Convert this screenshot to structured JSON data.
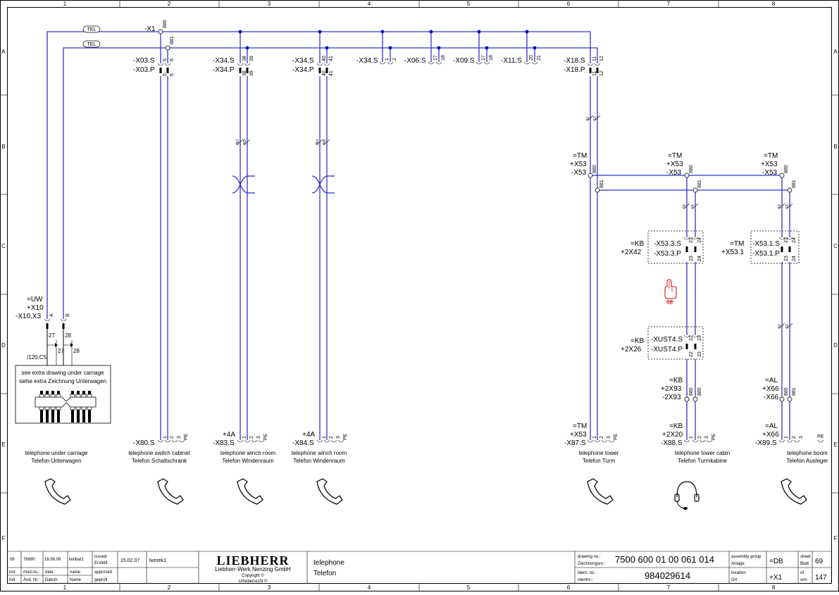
{
  "columns": [
    "1",
    "2",
    "3",
    "4",
    "5",
    "6",
    "7",
    "8"
  ],
  "rows": [
    "A",
    "B",
    "C",
    "D",
    "E",
    "F"
  ],
  "bus": {
    "tel_tag": "TEL",
    "x1_label": "-X1",
    "pin880": "880",
    "pin881": "881"
  },
  "connectors_top": {
    "x03s": "-X03.S",
    "x03p": "-X03.P",
    "x03_p5": "5",
    "x03_p6": "6",
    "x34s_a": "-X34.S",
    "x34p_a": "-X34.P",
    "x34_p38": "38",
    "x34_p39": "39",
    "x34s_b": "-X34.S",
    "x34p_b": "-X34.P",
    "x34_p40": "40",
    "x34_p41": "41",
    "x34s_c": "-X34.S",
    "x34_c1": "1",
    "x34_c2": "2",
    "x06s": "-X06.S",
    "x06_17": "17",
    "x06_18": "18",
    "x09s": "-X09.S",
    "x09_17": "17",
    "x09_18": "18",
    "x11s": "-X11.S",
    "x11_20": "20",
    "x11_21": "21",
    "x18s": "-X18.S",
    "x18p": "-X18.P",
    "x18_11": "11",
    "x18_12": "12"
  },
  "wire_marks": {
    "bu_a": "BU",
    "rd_a": "RD",
    "bu_b": "BU",
    "rd_b": "RD",
    "m11": "11",
    "m12": "12",
    "m23a": "23",
    "m24a": "24",
    "m12b": "12",
    "m13b": "13",
    "m12c": "12",
    "m13c": "13"
  },
  "tm_blocks": {
    "eq": "=TM",
    "plus": "+X53",
    "minus": "-X53"
  },
  "kb_block1": {
    "eq": "=KB",
    "plus": "+2X42",
    "s": "-X53.3.S",
    "p": "-X53.3.P",
    "p23": "23",
    "p24": "24"
  },
  "tm_block2": {
    "eq": "=TM",
    "plus": "+X53.1",
    "s": "-X53.1.S",
    "p": "-X53.1.P",
    "p23": "23",
    "p24": "24"
  },
  "ref_marker": "08",
  "kb_block2": {
    "eq": "=KB",
    "plus": "+2X26",
    "s": "-XUST4.S",
    "p": "-XUST4.P",
    "p22": "22",
    "p23": "23"
  },
  "kb_block3": {
    "eq": "=KB",
    "plus": "+2X93",
    "minus": "-2X93",
    "p880": "880",
    "p881": "880"
  },
  "al_block": {
    "eq": "=AL",
    "plus": "+X66",
    "minus": "-X66",
    "p880": "880",
    "p881": "881"
  },
  "uw_block": {
    "eq": "=UW",
    "plus": "+X10",
    "minus": "-X10.X3",
    "pa": "A",
    "pb": "B",
    "w27": "27",
    "w28": "28",
    "w27b": "27",
    "w28b": "28",
    "ref": "/120.C5",
    "note1": "see extra drawing under carriage",
    "note2": "siehe extra Zeichnung Unterwagen"
  },
  "bottom_connectors": {
    "x80s": "-X80.S",
    "x83_eq": "+4A",
    "x83s": "-X83.S",
    "x84_eq": "+4A",
    "x84s": "-X84.S",
    "x87_eq": "=TM",
    "x87_plus": "+X53",
    "x87s": "-X87.S",
    "x88_eq": "=KB",
    "x88_plus": "+2X20",
    "x88s": "-X88.S",
    "x89_eq": "=AL",
    "x89_plus": "+X66",
    "x89s": "-X89.S",
    "p1": "1",
    "p2": "2",
    "p3": "3",
    "pe": "PE"
  },
  "phones": [
    {
      "en": "telephone under carriage",
      "de": "Telefon Unterwagen"
    },
    {
      "en": "telephone switch cabinet",
      "de": "Telefon Schaltschrank"
    },
    {
      "en": "telephone winch room",
      "de": "Telefon Windenraum"
    },
    {
      "en": "telephone winch room",
      "de": "Telefon Windenraum"
    },
    {
      "en": "telephone tower",
      "de": "Telefon Turm"
    },
    {
      "en": "telephone tower cabin",
      "de": "Telefon Turmkabine"
    },
    {
      "en": "telephone boom",
      "de": "Telefon Ausleger"
    }
  ],
  "title_block": {
    "rev": "08",
    "rev_no": "76990",
    "rev_date": "16.06.09",
    "rev_name": "lwnbat1",
    "ind1": "ind:",
    "ind2": "Ind:",
    "mod_en": "mod.no.:",
    "mod_de": "Änd. Nr.:",
    "date_en": "date",
    "date_de": "Datum",
    "name_en": "name",
    "name_de": "Name",
    "issued_en": "issued",
    "issued_de": "Erstellt",
    "approved_en": "approved",
    "approved_de": "geprüft",
    "issued_date": "15.02.07",
    "issued_name": "lwnrek1",
    "logo": "LIEBHERR",
    "company": "Liebherr-Werk Nenzing GmbH",
    "copy_en": "Copyright ©",
    "copy_de": "Urheberrecht ©",
    "title_en": "telephone",
    "title_de": "Telefon",
    "drawing_no_en": "drawing no.:",
    "drawing_no_de": "Zeichnungsnr.:",
    "drawing_no": "7500 600 01 00 061 014",
    "ident_en": "ident. no.:",
    "ident_de": "Identnr.:",
    "ident_no": "984029614",
    "assembly_en": "assembly group",
    "assembly_de": "Anlage",
    "assembly": "=DB",
    "location_en": "location",
    "location_de": "Ort",
    "location": "+X1",
    "sheet_en": "sheet",
    "sheet_de": "Blatt",
    "sheet": "69",
    "of_en": "of",
    "of_de": "von",
    "of": "147"
  }
}
